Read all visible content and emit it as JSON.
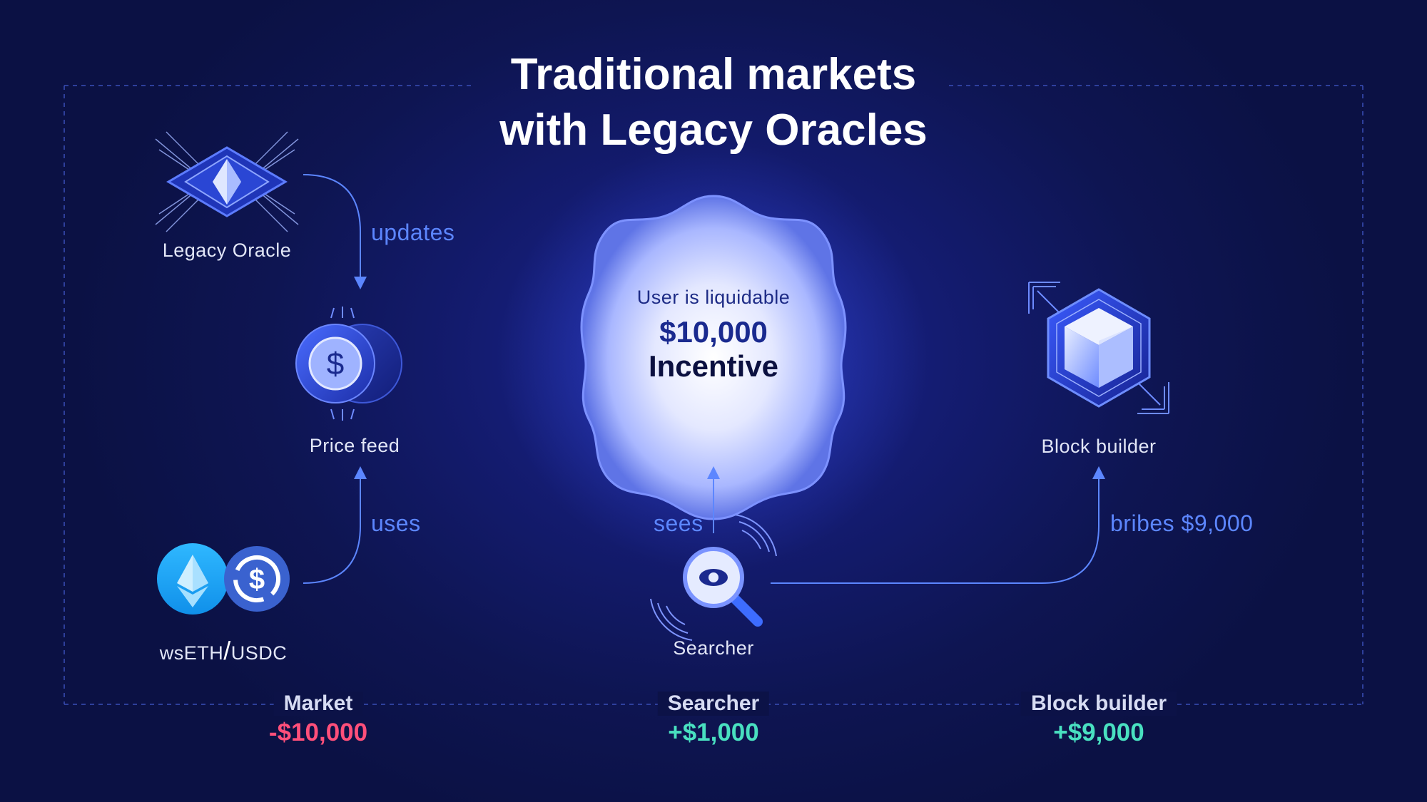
{
  "title": {
    "line1": "Traditional markets",
    "line2": "with Legacy Oracles"
  },
  "nodes": {
    "legacy_oracle": "Legacy Oracle",
    "price_feed": "Price feed",
    "pair_left": "wsETH",
    "pair_sep": "/",
    "pair_right": "USDC",
    "searcher": "Searcher",
    "block_builder": "Block builder"
  },
  "edges": {
    "updates": "updates",
    "uses": "uses",
    "sees": "sees",
    "bribes": "bribes $9,000"
  },
  "badge": {
    "subtitle": "User is liquidable",
    "amount": "$10,000",
    "incentive": "Incentive"
  },
  "footer": {
    "market": {
      "name": "Market",
      "value": "-$10,000"
    },
    "searcher": {
      "name": "Searcher",
      "value": "+$1,000"
    },
    "builder": {
      "name": "Block builder",
      "value": "+$9,000"
    }
  },
  "colors": {
    "background": "#0e1552",
    "accent": "#5c86ff",
    "negative": "#ff4f7a",
    "positive": "#49e0c0"
  },
  "icons": {
    "oracle": "diamond-crystal-icon",
    "price_feed": "dollar-coin-icon",
    "wseth": "ethereum-drop-icon",
    "usdc": "usdc-coin-icon",
    "searcher": "magnifier-eye-icon",
    "builder": "cube-hexagon-icon"
  }
}
